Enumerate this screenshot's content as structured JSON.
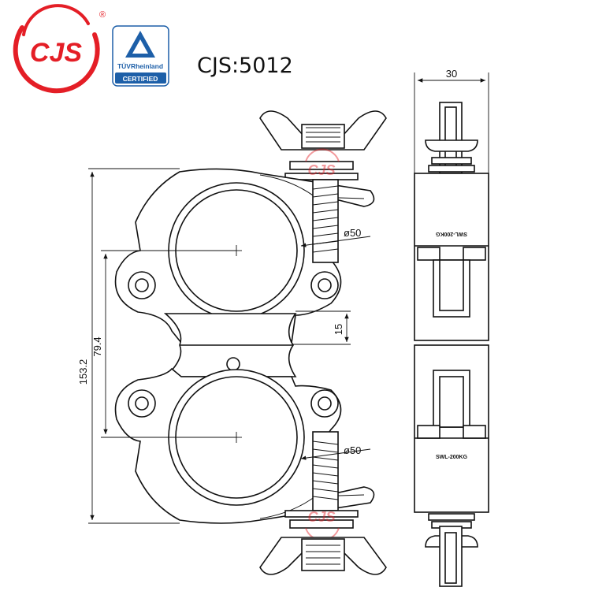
{
  "brand": {
    "logo_text": "CJS",
    "registered_mark": "®",
    "logo_color": "#e41e26"
  },
  "certification": {
    "name": "TÜVRheinland",
    "label": "CERTIFIED",
    "badge_color": "#1d5fa8"
  },
  "model": "CJS:5012",
  "dimensions": {
    "width": "30",
    "overall_height": "153.2",
    "center_distance": "79.4",
    "offset": "15",
    "tube_top": "ø50",
    "tube_bottom": "ø50"
  },
  "side_view": {
    "stamp_upper": "SWL-200KG",
    "stamp_lower": "SWL-200KG"
  }
}
